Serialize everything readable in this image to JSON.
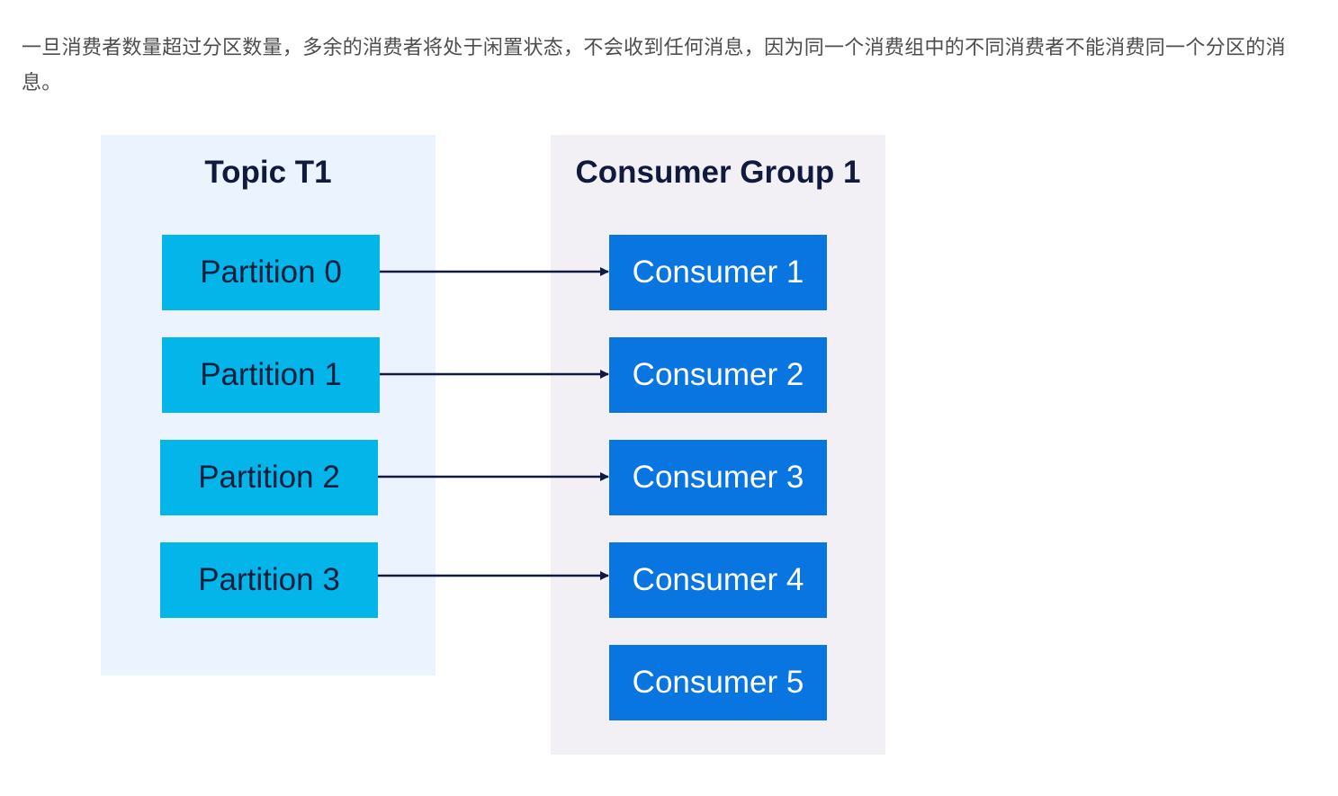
{
  "intro_text": "一旦消费者数量超过分区数量，多余的消费者将处于闲置状态，不会收到任何消息，因为同一个消费组中的不同消费者不能消费同一个分区的消息。",
  "topic": {
    "title": "Topic T1",
    "partitions": [
      "Partition 0",
      "Partition 1",
      "Partition 2",
      "Partition 3"
    ]
  },
  "consumer_group": {
    "title": "Consumer Group 1",
    "consumers": [
      "Consumer 1",
      "Consumer 2",
      "Consumer 3",
      "Consumer 4",
      "Consumer 5"
    ]
  },
  "connections": [
    {
      "from": "Partition 0",
      "to": "Consumer 1"
    },
    {
      "from": "Partition 1",
      "to": "Consumer 2"
    },
    {
      "from": "Partition 2",
      "to": "Consumer 3"
    },
    {
      "from": "Partition 3",
      "to": "Consumer 4"
    }
  ],
  "colors": {
    "topic_panel": "#eaf3fe",
    "group_panel": "#f2f0f5",
    "partition_box": "#03b5e8",
    "consumer_box": "#0875e1",
    "arrow": "#101a3c"
  }
}
